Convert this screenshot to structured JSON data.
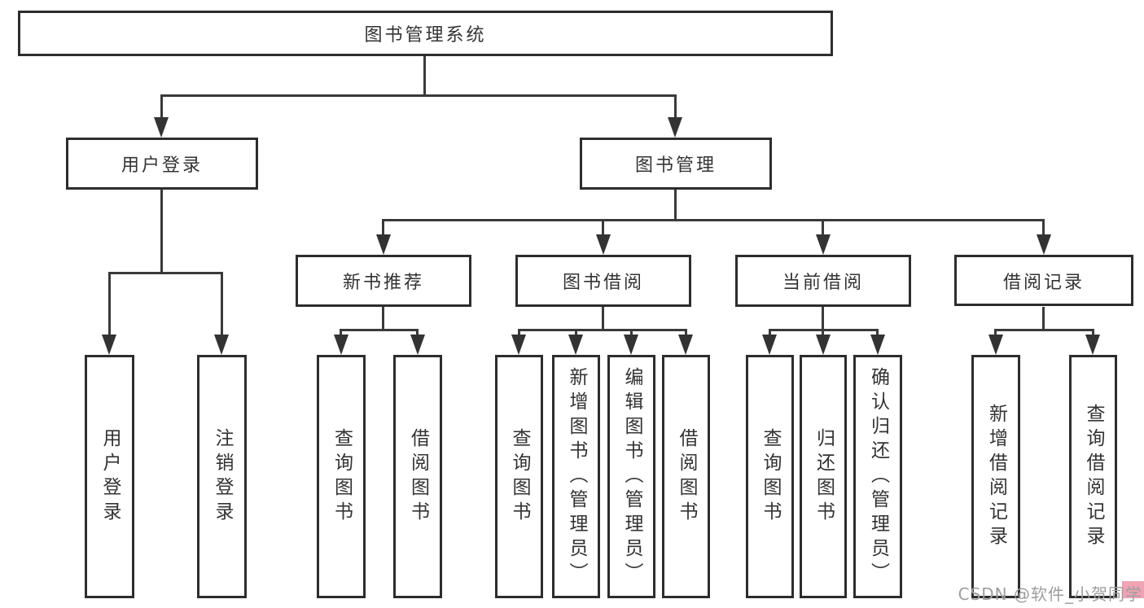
{
  "tree": {
    "root": {
      "label": "图书管理系统",
      "children": [
        {
          "label": "用户登录",
          "children": [
            {
              "label": "用户登录"
            },
            {
              "label": "注销登录"
            }
          ]
        },
        {
          "label": "图书管理",
          "children": [
            {
              "label": "新书推荐",
              "children": [
                {
                  "label": "查询图书"
                },
                {
                  "label": "借阅图书"
                }
              ]
            },
            {
              "label": "图书借阅",
              "children": [
                {
                  "label": "查询图书"
                },
                {
                  "label": "新增图书（管理员）"
                },
                {
                  "label": "编辑图书（管理员）"
                },
                {
                  "label": "借阅图书"
                }
              ]
            },
            {
              "label": "当前借阅",
              "children": [
                {
                  "label": "查询图书"
                },
                {
                  "label": "归还图书"
                },
                {
                  "label": "确认归还（管理员）"
                }
              ]
            },
            {
              "label": "借阅记录",
              "children": [
                {
                  "label": "新增借阅记录"
                },
                {
                  "label": "查询借阅记录"
                }
              ]
            }
          ]
        }
      ]
    }
  },
  "watermark": {
    "text": "CSDN @软件_小贺同学",
    "text_color": "#9e9e9e",
    "highlight_color": "#f0a3b3"
  },
  "colors": {
    "line": "#3a3a3a",
    "box_border": "#2d2d2d",
    "text": "#333333",
    "background": "#ffffff"
  }
}
